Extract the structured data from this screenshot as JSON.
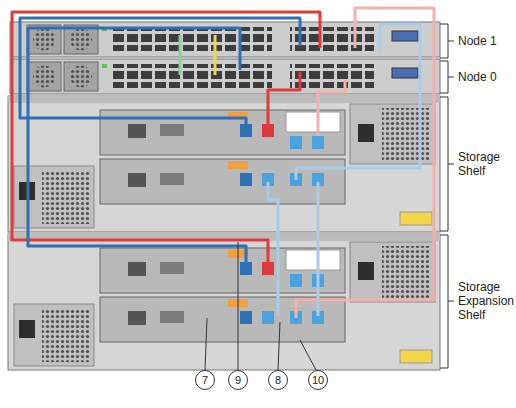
{
  "diagram": {
    "nodes": [
      {
        "text": [
          "7"
        ]
      },
      {
        "text": [
          "9"
        ]
      },
      {
        "text": [
          "8"
        ]
      },
      {
        "text": [
          "10"
        ]
      }
    ],
    "labels": [
      "Node 1",
      "Node 0",
      "Storage Shelf",
      "Storage Expansion Shelf"
    ]
  }
}
